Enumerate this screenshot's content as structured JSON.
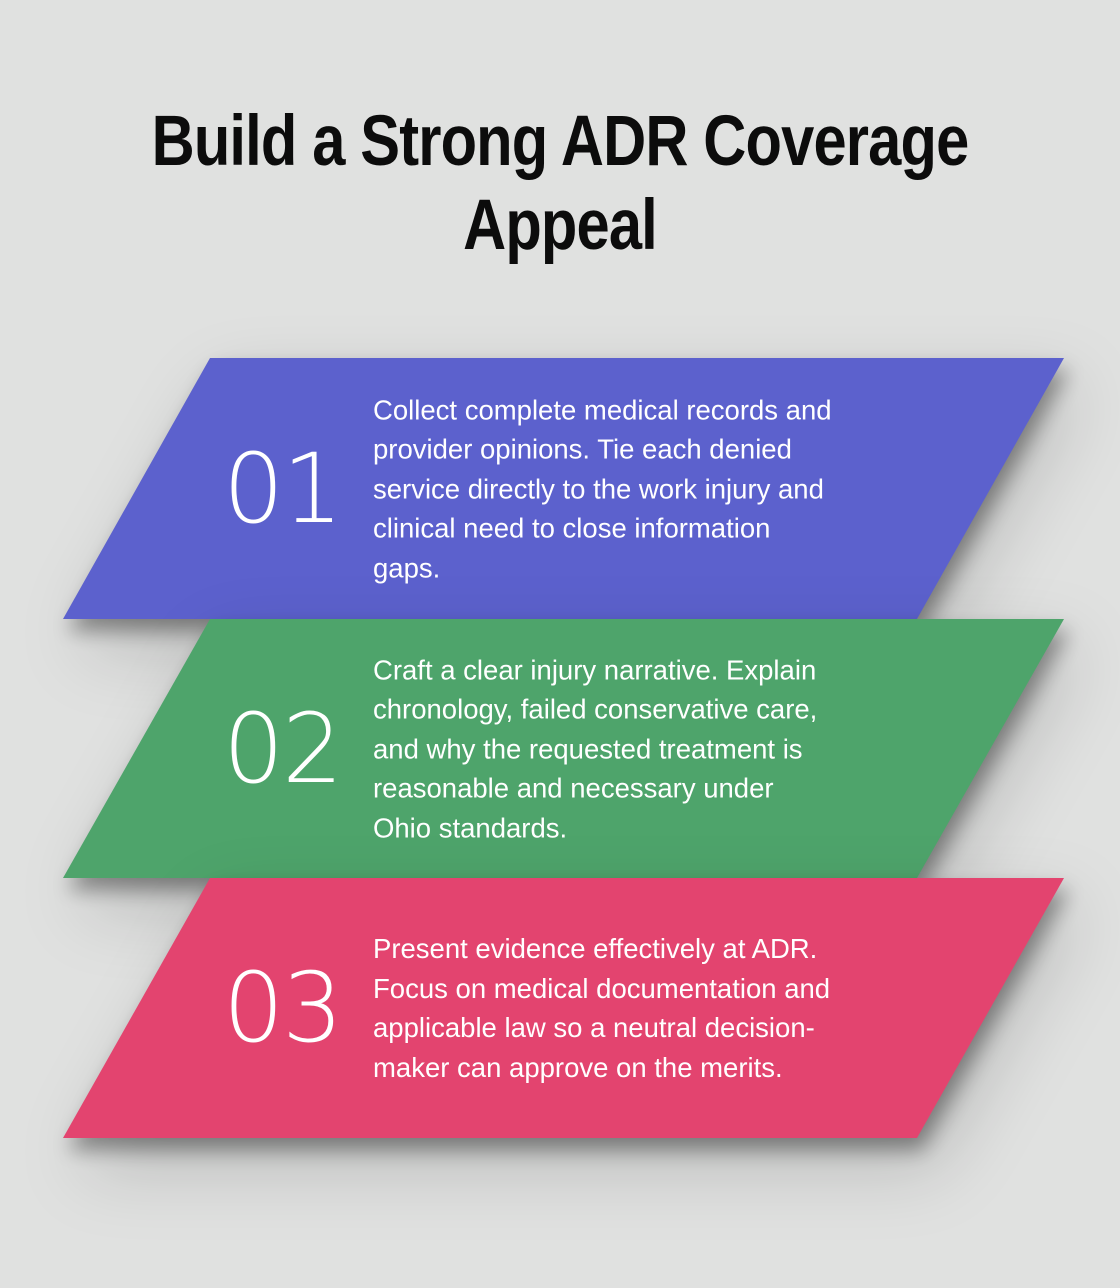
{
  "title": {
    "line1": "Build a Strong ADR Coverage",
    "line2": "Appeal"
  },
  "colors": {
    "background": "#e0e1e0",
    "title_text": "#0c0c0c",
    "banner_text": "#ffffff",
    "step1": "#5c61cd",
    "step2": "#4ea46b",
    "step3": "#e3446f"
  },
  "steps": [
    {
      "number": "01",
      "color": "#5c61cd",
      "lines": [
        "Collect complete medical records and",
        "provider opinions. Tie each denied",
        "service directly to the work injury and",
        "clinical need to close information",
        "gaps."
      ]
    },
    {
      "number": "02",
      "color": "#4ea46b",
      "lines": [
        "Craft a clear injury narrative. Explain",
        "chronology, failed conservative care,",
        "and why the requested treatment is",
        "reasonable and necessary under",
        "Ohio standards."
      ]
    },
    {
      "number": "03",
      "color": "#e3446f",
      "lines": [
        "Present evidence effectively at ADR.",
        "Focus on medical documentation and",
        "applicable law so a neutral decision-",
        "maker can approve on the merits."
      ]
    }
  ]
}
